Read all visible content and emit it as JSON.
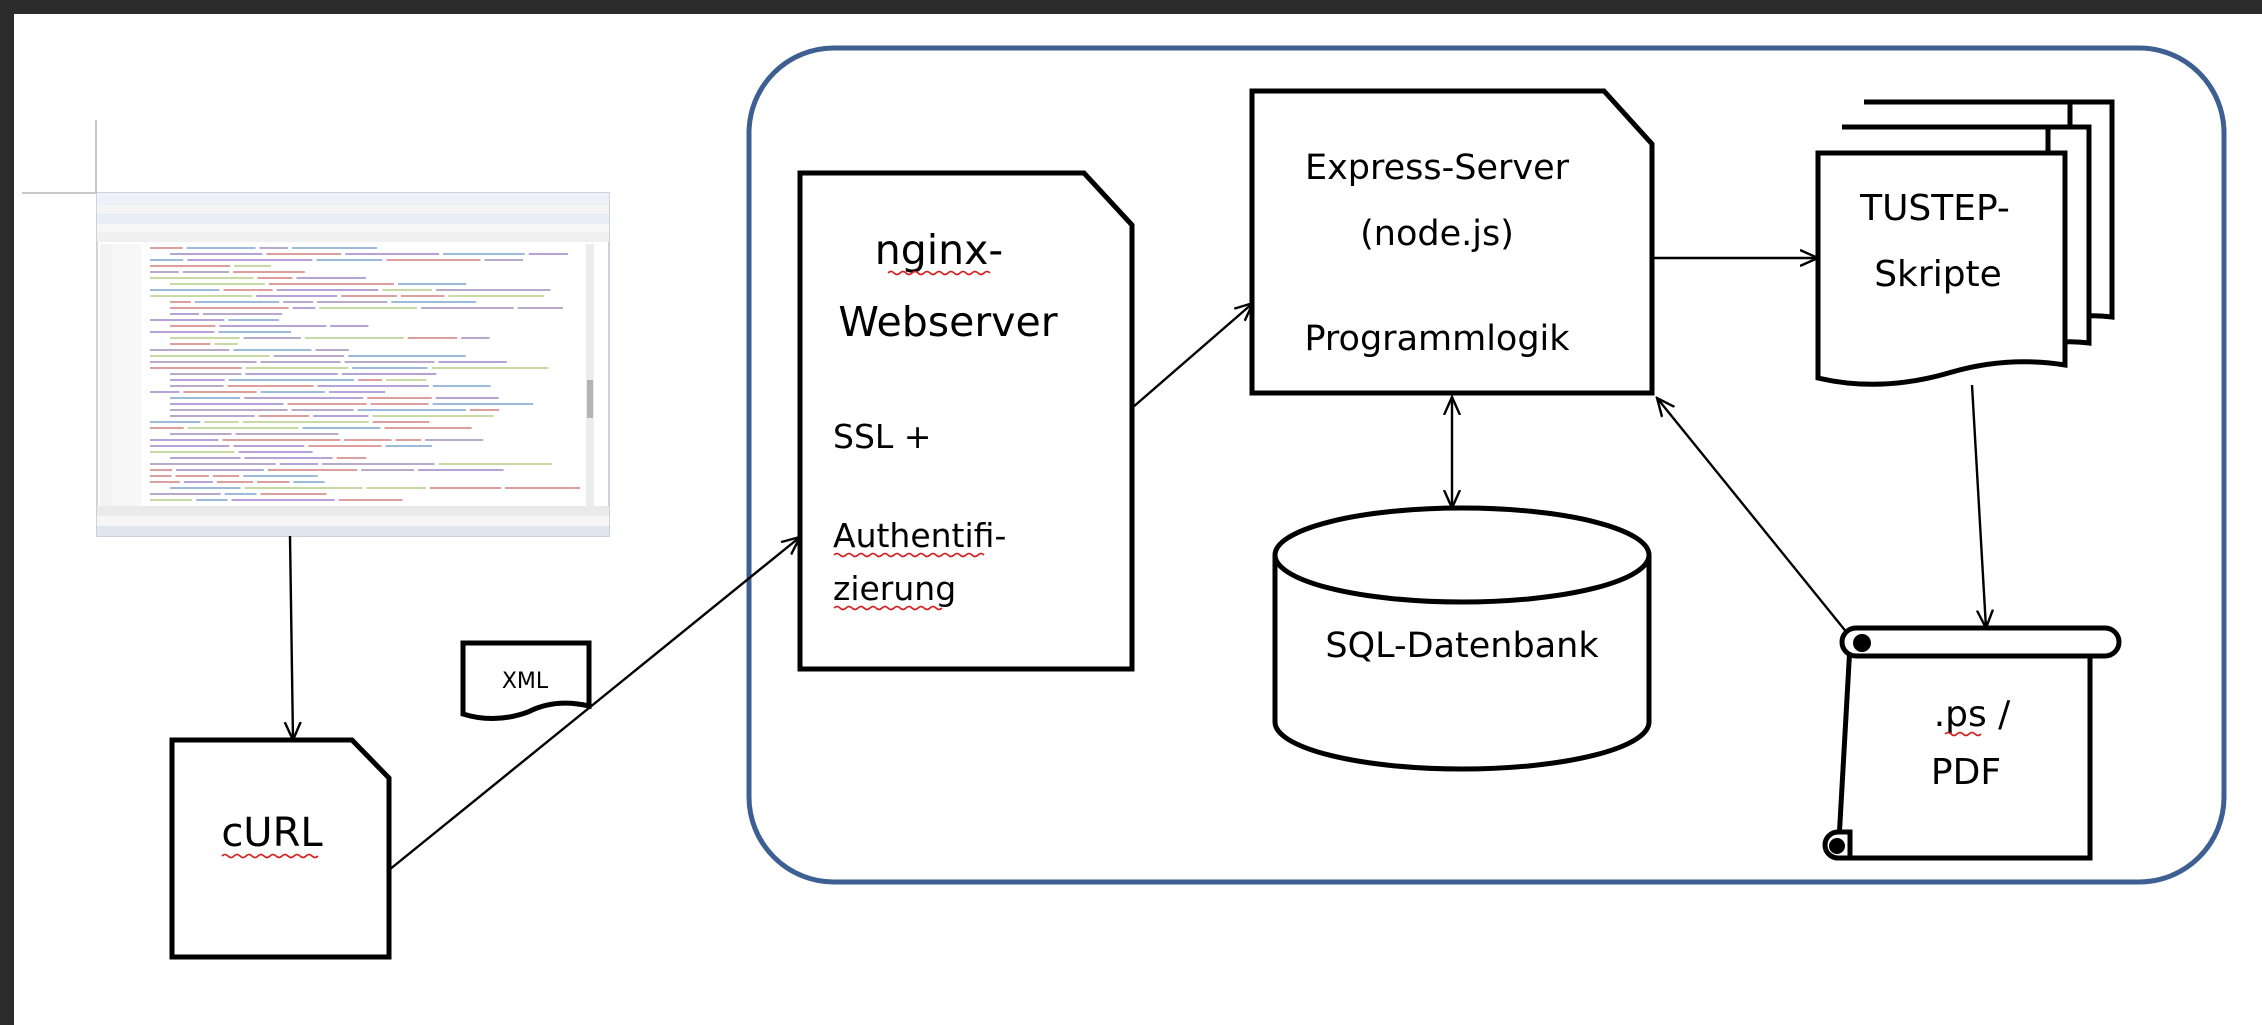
{
  "diagram": {
    "nodes": {
      "curl": {
        "label": "cURL"
      },
      "xml": {
        "label": "XML"
      },
      "nginx": {
        "title_line1": "nginx-",
        "title_line2": "Webserver",
        "detail_line1": "SSL +",
        "detail_line2": "Authentifi-",
        "detail_line3": "zierung"
      },
      "express": {
        "line1": "Express-Server",
        "line2": "(node.js)",
        "line3": "Programmlogik"
      },
      "sql": {
        "label": "SQL-Datenbank"
      },
      "tustep": {
        "line1": "TUSTEP-",
        "line2": "Skripte"
      },
      "output": {
        "line1": ".ps /",
        "line2": "PDF"
      }
    },
    "server_group": {
      "border_color": "#3d5f92"
    },
    "editor_screenshot": {
      "description_visible": false
    }
  }
}
